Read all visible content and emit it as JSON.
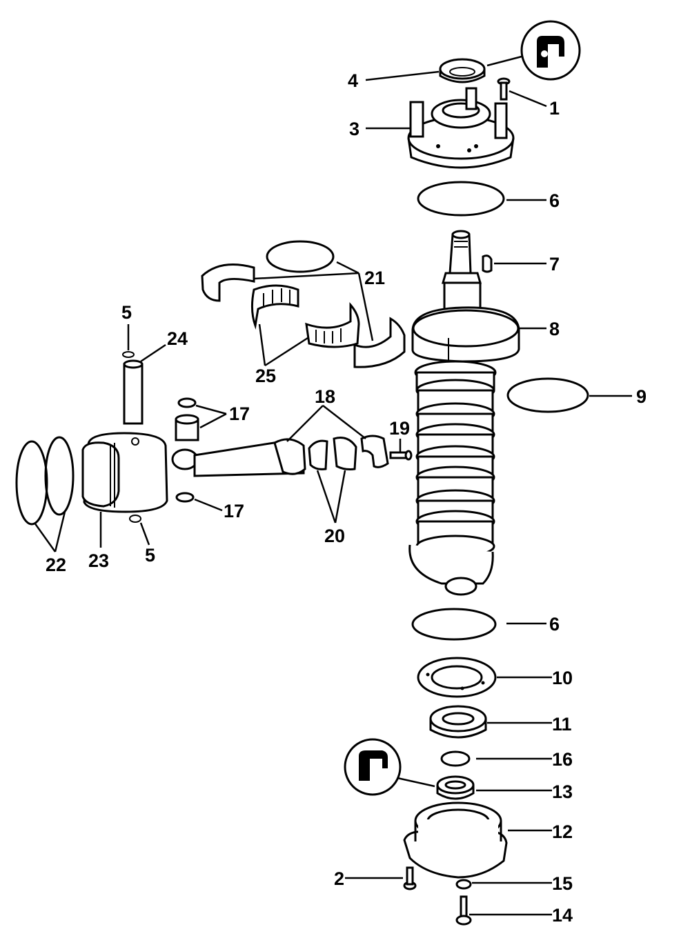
{
  "diagram": {
    "callouts": [
      {
        "id": "c1",
        "label": "1"
      },
      {
        "id": "c2",
        "label": "2"
      },
      {
        "id": "c3",
        "label": "3"
      },
      {
        "id": "c4",
        "label": "4"
      },
      {
        "id": "c5a",
        "label": "5"
      },
      {
        "id": "c5b",
        "label": "5"
      },
      {
        "id": "c6a",
        "label": "6"
      },
      {
        "id": "c6b",
        "label": "6"
      },
      {
        "id": "c7",
        "label": "7"
      },
      {
        "id": "c8",
        "label": "8"
      },
      {
        "id": "c9",
        "label": "9"
      },
      {
        "id": "c10",
        "label": "10"
      },
      {
        "id": "c11",
        "label": "11"
      },
      {
        "id": "c12",
        "label": "12"
      },
      {
        "id": "c13",
        "label": "13"
      },
      {
        "id": "c14",
        "label": "14"
      },
      {
        "id": "c15",
        "label": "15"
      },
      {
        "id": "c16",
        "label": "16"
      },
      {
        "id": "c17a",
        "label": "17"
      },
      {
        "id": "c17b",
        "label": "17"
      },
      {
        "id": "c18",
        "label": "18"
      },
      {
        "id": "c19",
        "label": "19"
      },
      {
        "id": "c20",
        "label": "20"
      },
      {
        "id": "c21",
        "label": "21"
      },
      {
        "id": "c22",
        "label": "22"
      },
      {
        "id": "c23",
        "label": "23"
      },
      {
        "id": "c24",
        "label": "24"
      },
      {
        "id": "c25",
        "label": "25"
      }
    ]
  }
}
